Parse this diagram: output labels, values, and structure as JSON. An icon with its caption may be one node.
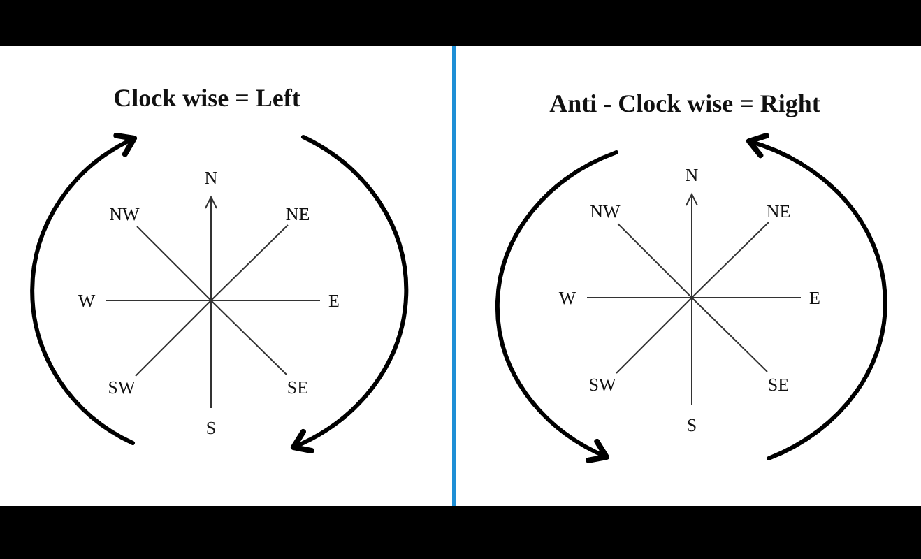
{
  "diagram": {
    "labels": [
      "Clock wise = Left",
      "N",
      "NW",
      "NE",
      "W",
      "E",
      "SW",
      "SE",
      "S",
      "Anti - Clock wise = Right",
      "N",
      "NW",
      "NE",
      "W",
      "E",
      "SW",
      "SE",
      "S"
    ]
  }
}
